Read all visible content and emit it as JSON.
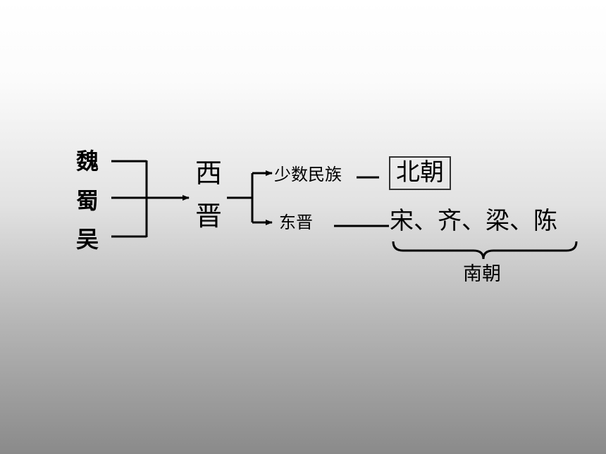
{
  "kingdoms": [
    "魏",
    "蜀",
    "吴"
  ],
  "west_jin": [
    "西",
    "晋"
  ],
  "branches": {
    "minorities": "少数民族",
    "east_jin": "东晋"
  },
  "northern": "北朝",
  "southern_dynasties": "宋、齐、梁、陈",
  "southern_label": "南朝",
  "colors": {
    "line": "#000000",
    "box_border": "#333333"
  }
}
